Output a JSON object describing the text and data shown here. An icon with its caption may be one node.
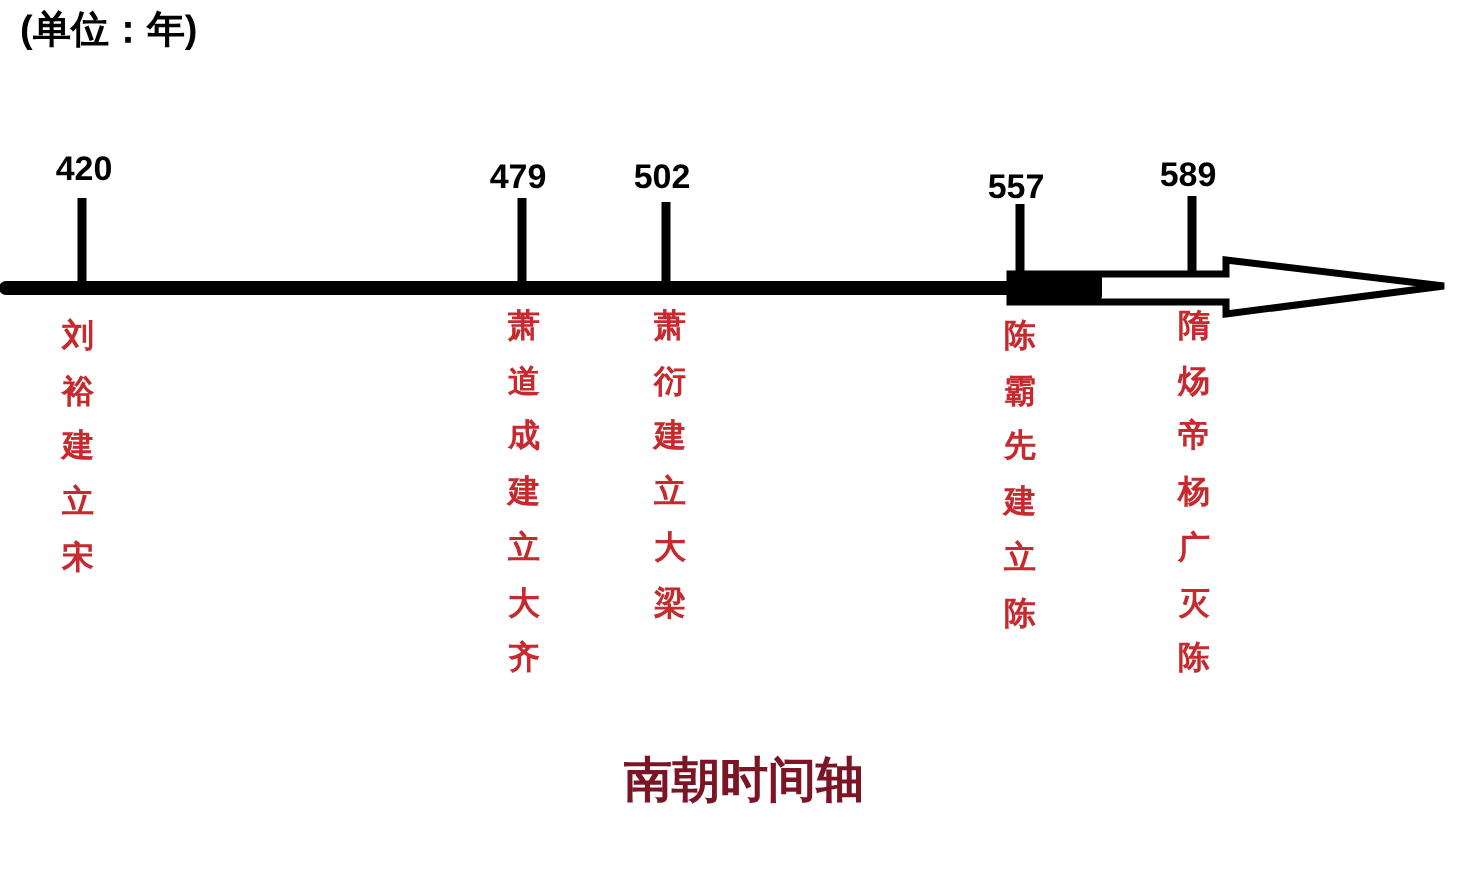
{
  "diagram": {
    "title": "南朝时间轴",
    "labels": [
      "(单位：年)",
      "420",
      "479",
      "502",
      "557",
      "589",
      "刘裕建立宋",
      "萧道成建立大齐",
      "萧衍建立大梁",
      "陈霸先建立陈",
      "隋炀帝杨广灭陈"
    ]
  }
}
